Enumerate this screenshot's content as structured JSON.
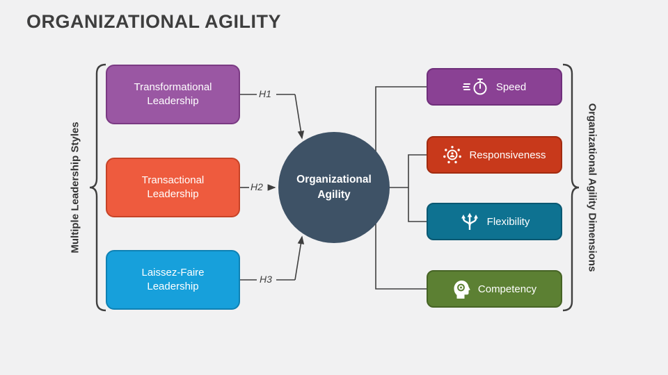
{
  "title": "ORGANIZATIONAL AGILITY",
  "left_group": {
    "label": "Multiple Leadership Styles",
    "items": [
      {
        "label": "Transformational Leadership",
        "hypothesis": "H1",
        "color": "#9A57A3"
      },
      {
        "label": "Transactional Leadership",
        "hypothesis": "H2",
        "color": "#EE5B3E"
      },
      {
        "label": "Laissez-Faire Leadership",
        "hypothesis": "H3",
        "color": "#17A0DB"
      }
    ]
  },
  "center_node": {
    "label": "Organizational Agility",
    "color": "#3E5266"
  },
  "right_group": {
    "label": "Organizational Agility Dimensions",
    "items": [
      {
        "label": "Speed",
        "icon": "stopwatch-icon",
        "color": "#8A4194"
      },
      {
        "label": "Responsiveness",
        "icon": "network-hub-icon",
        "color": "#C8391B"
      },
      {
        "label": "Flexibility",
        "icon": "branching-arrows-icon",
        "color": "#0E7291"
      },
      {
        "label": "Competency",
        "icon": "head-gear-icon",
        "color": "#5C8033"
      }
    ]
  }
}
